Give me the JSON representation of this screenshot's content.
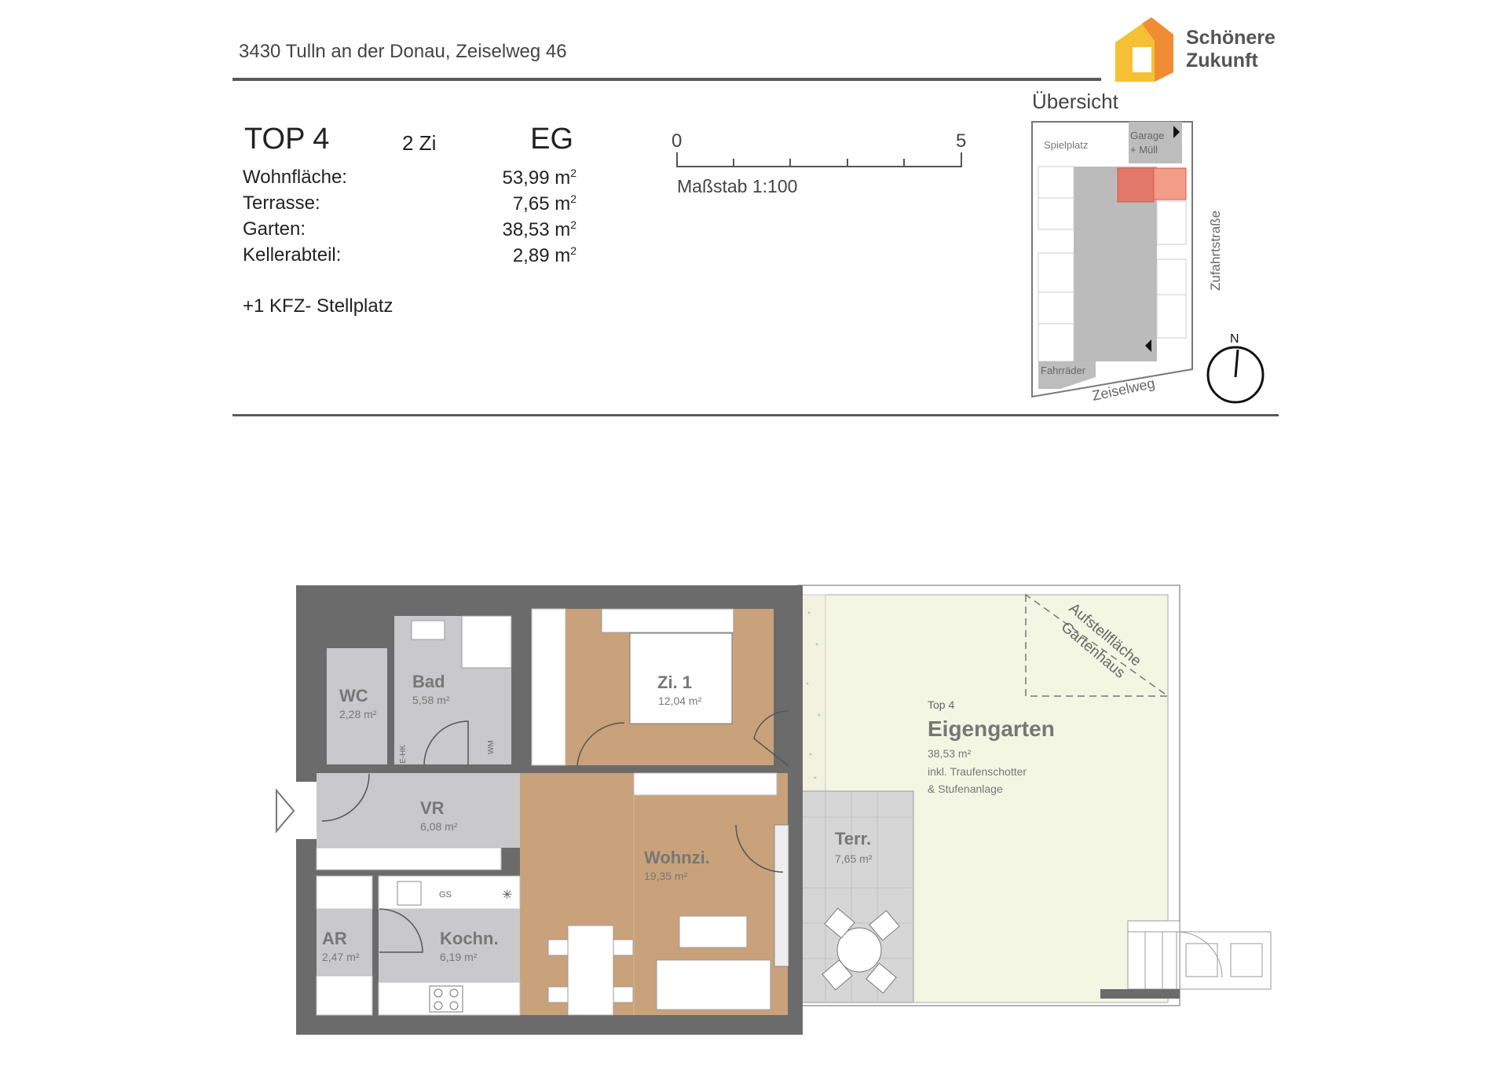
{
  "header": {
    "address": "3430 Tulln an der Donau, Zeiselweg 46",
    "brand_line1": "Schönere",
    "brand_line2": "Zukunft",
    "overview_title": "Übersicht"
  },
  "unit": {
    "name": "TOP 4",
    "rooms": "2 Zi",
    "floor": "EG",
    "areas": [
      {
        "label": "Wohnfläche:",
        "value": "53,99 m",
        "sup": "2"
      },
      {
        "label": "Terrasse:",
        "value": "7,65 m",
        "sup": "2"
      },
      {
        "label": "Garten:",
        "value": "38,53 m",
        "sup": "2"
      },
      {
        "label": "Kellerabteil:",
        "value": "2,89 m",
        "sup": "2"
      }
    ],
    "extra": "+1 KFZ- Stellplatz"
  },
  "scale": {
    "start": "0",
    "end": "5",
    "label": "Maßstab 1:100"
  },
  "site_plan": {
    "spielplatz": "Spielplatz",
    "garage1": "Garage",
    "garage2": "+ Müll",
    "fahrraeder": "Fahrräder",
    "street1": "Zeiselweg",
    "street2": "Zufahrtstraße",
    "north": "N",
    "highlight_color": "#e8735f"
  },
  "plan": {
    "rooms": {
      "wc": {
        "name": "WC",
        "area": "2,28 m²"
      },
      "bad": {
        "name": "Bad",
        "area": "5,58 m²"
      },
      "zi1": {
        "name": "Zi. 1",
        "area": "12,04 m²"
      },
      "vr": {
        "name": "VR",
        "area": "6,08 m²"
      },
      "wohnzi": {
        "name": "Wohnzi.",
        "area": "19,35 m²"
      },
      "ar": {
        "name": "AR",
        "area": "2,47 m²"
      },
      "kochn": {
        "name": "Kochn.",
        "area": "6,19 m²"
      },
      "terr": {
        "name": "Terr.",
        "area": "7,65 m²"
      }
    },
    "fixtures": {
      "wm": "WM",
      "ehk": "E-HK",
      "gs": "GS"
    },
    "garden": {
      "top": "Top 4",
      "name": "Eigengarten",
      "area": "38,53 m²",
      "note1": "inkl. Traufenschotter",
      "note2": "& Stufenanlage",
      "shed1": "Aufstellfläche",
      "shed2": "Gartenhaus"
    },
    "colors": {
      "wall": "#6b6b6b",
      "tile": "#c9c9cb",
      "wood": "#c9a27c",
      "garden": "#f3f6e3"
    }
  }
}
